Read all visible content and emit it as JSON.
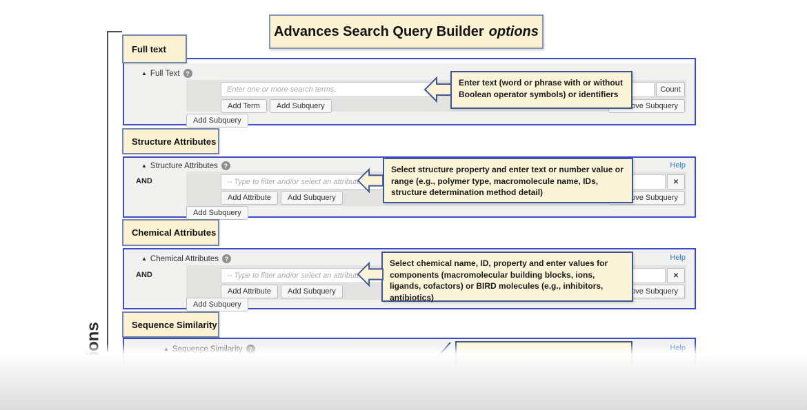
{
  "title": {
    "main": "Advances Search Query Builder",
    "suffix": "options"
  },
  "side_label": "ions",
  "icons": {
    "collapse": "▲",
    "help": "?",
    "close": "✕"
  },
  "colors": {
    "panel_border": "#3c4bc7",
    "cream": "#fbf2d3",
    "callout_border": "#3e5691",
    "link": "#3878b8"
  },
  "full_text": {
    "tag": "Full text",
    "header": "Full Text",
    "placeholder": "Enter one or more search terms.",
    "add_term": "Add Term",
    "add_subquery": "Add Subquery",
    "count": "Count",
    "remove_subquery": "Remove Subquery",
    "outer_add_subquery": "Add Subquery",
    "callout": "Enter text (word or phrase with or without Boolean operator symbols) or identifiers"
  },
  "structure": {
    "tag": "Structure Attributes",
    "header": "Structure Attributes",
    "and": "AND",
    "help": "Help",
    "placeholder": "-- Type to filter and/or select an attribute --",
    "add_attribute": "Add Attribute",
    "add_subquery": "Add Subquery",
    "remove_subquery": "Remove Subquery",
    "outer_add_subquery": "Add Subquery",
    "callout": "Select structure property and enter text or number value or range (e.g., polymer type, macromolecule name, IDs, structure determination method detail)"
  },
  "chemical": {
    "tag": "Chemical Attributes",
    "header": "Chemical Attributes",
    "and": "AND",
    "help": "Help",
    "placeholder": "-- Type to filter and/or select an attribute --",
    "add_attribute": "Add Attribute",
    "add_subquery": "Add Subquery",
    "remove_subquery": "Remove Subquery",
    "outer_add_subquery": "Add Subquery",
    "callout": "Select chemical name, ID, property and enter values for components (macromolecular building blocks, ions, ligands, cofactors) or BIRD molecules (e.g., inhibitors, antibiotics)"
  },
  "sequence": {
    "tag": "Sequence Similarity",
    "header": "Sequence Similarity",
    "help": "Help"
  }
}
